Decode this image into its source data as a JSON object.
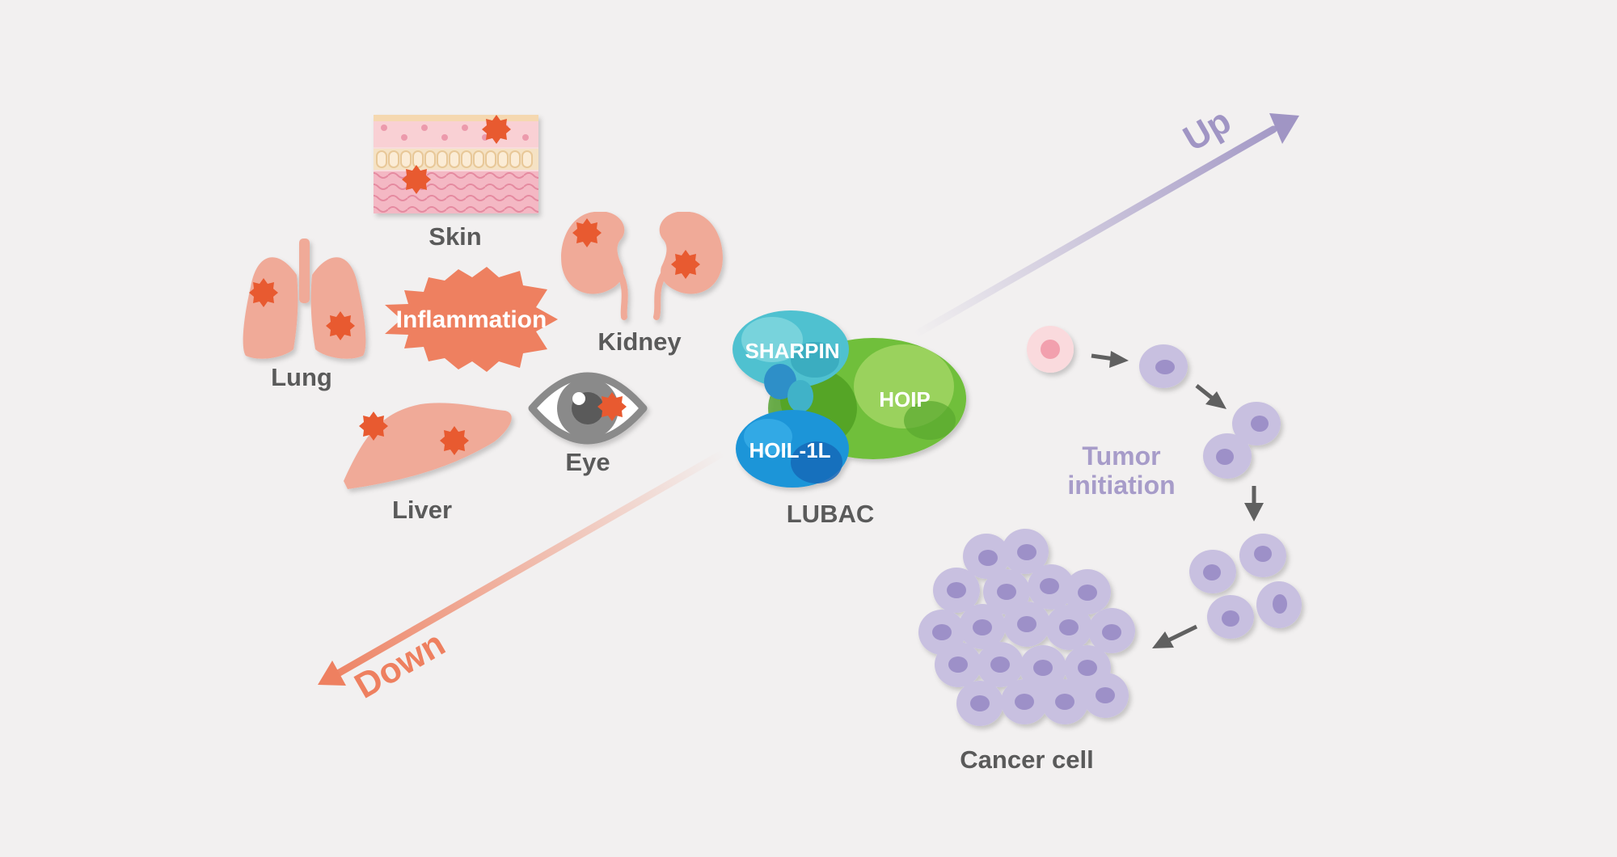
{
  "labels": {
    "skin": "Skin",
    "lung": "Lung",
    "kidney": "Kidney",
    "liver": "Liver",
    "eye": "Eye",
    "inflammation": "Inflammation",
    "sharpin": "SHARPIN",
    "hoip": "HOIP",
    "hoil": "HOIL-1L",
    "lubac": "LUBAC",
    "up": "Up",
    "down": "Down",
    "tumor_line1": "Tumor",
    "tumor_line2": "initiation",
    "cancer_cell": "Cancer cell"
  },
  "colors": {
    "background": "#f2f0f0",
    "organ": "#f0aa98",
    "lesion": "#e85a30",
    "inflammation": "#ee8060",
    "up_arrow": "#a095c4",
    "down_arrow": "#ee8060",
    "cell": "#c8c0e0",
    "nucleus": "#9d90c8",
    "sharpin": "#4fc1d0",
    "hoip": "#6fbf3a",
    "hoil": "#1f95d8"
  },
  "icons": [
    "lung-icon",
    "skin-icon",
    "kidney-icon",
    "liver-icon",
    "eye-icon",
    "lubac-complex-icon",
    "cell-icon",
    "cancer-cell-cluster-icon"
  ]
}
